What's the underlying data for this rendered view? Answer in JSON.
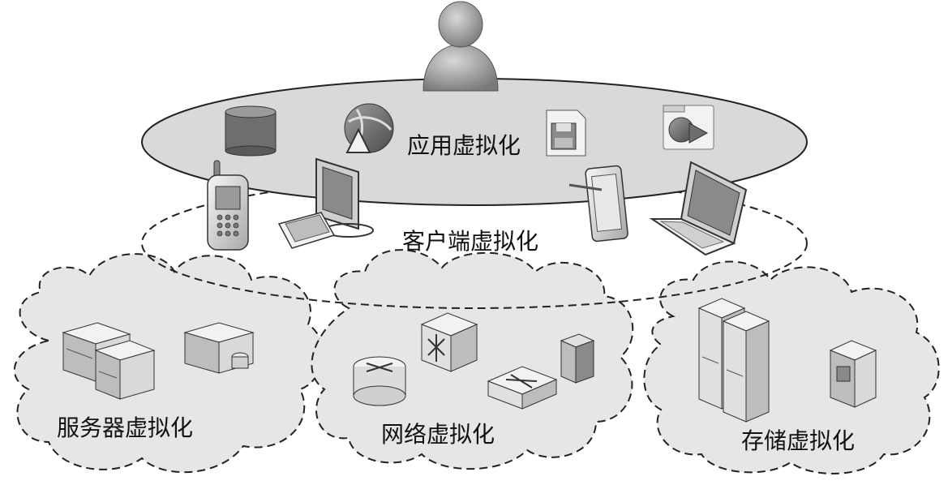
{
  "labels": {
    "application": "应用虚拟化",
    "client": "客户端虚拟化",
    "server": "服务器虚拟化",
    "network": "网络虚拟化",
    "storage": "存储虚拟化"
  },
  "colors": {
    "ellipse_fill": "#d9d9d9",
    "cloud_fill": "#e6e6e6",
    "stroke": "#222222",
    "icon_dark": "#6e6e6e",
    "icon_light": "#f2f2f2"
  }
}
